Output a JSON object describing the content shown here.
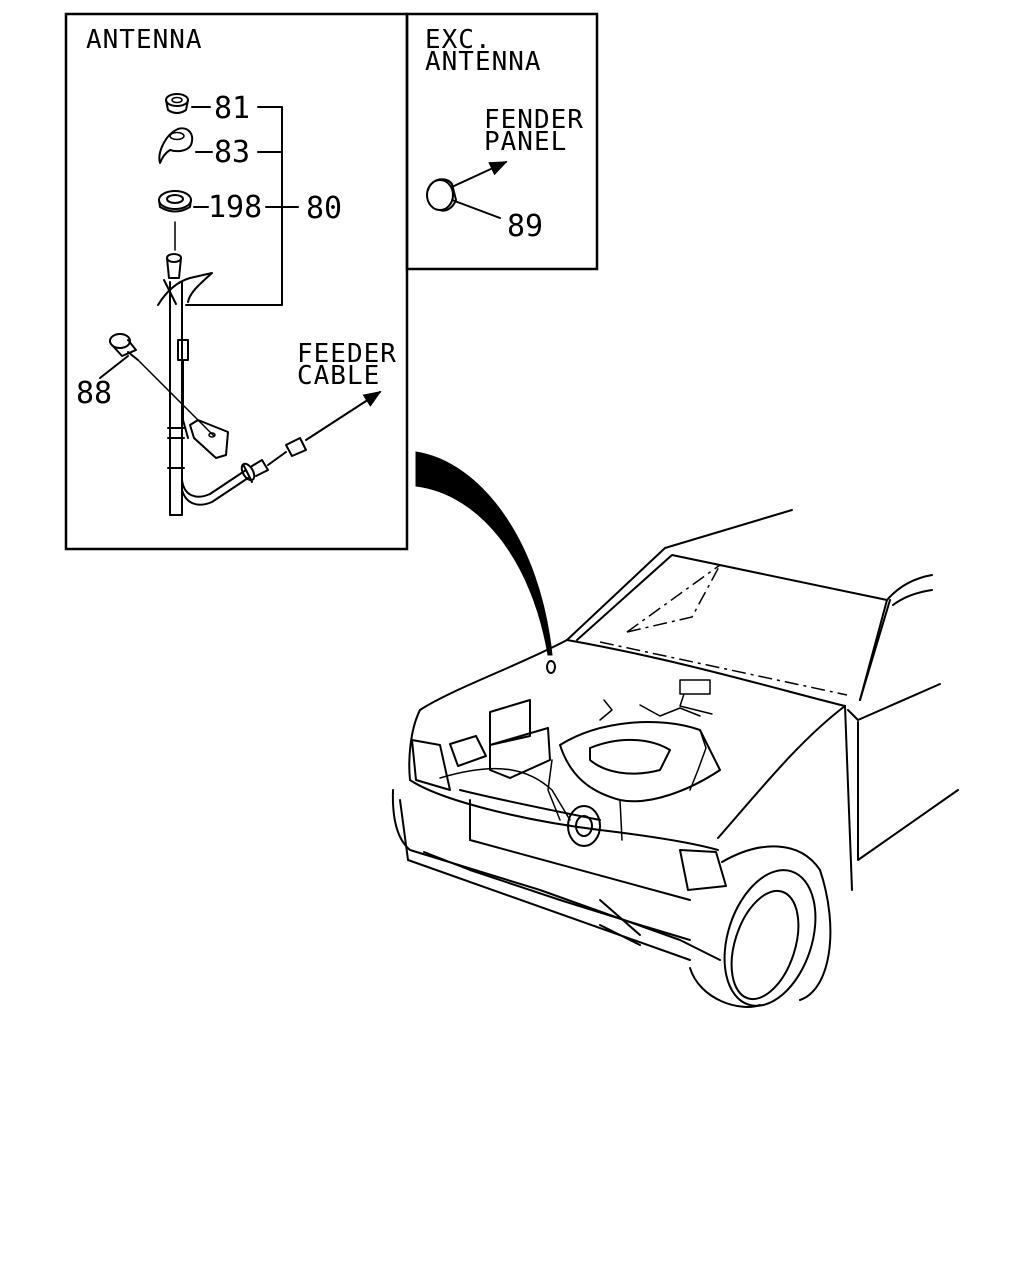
{
  "panels": {
    "antenna": {
      "title": "ANTENNA"
    },
    "exc_antenna": {
      "title_line1": "EXC.",
      "title_line2": "ANTENNA"
    }
  },
  "annotations": {
    "feeder_cable_line1": "FEEDER",
    "feeder_cable_line2": "CABLE",
    "fender_panel_line1": "FENDER",
    "fender_panel_line2": "PANEL"
  },
  "callouts": {
    "p81": "81",
    "p83": "83",
    "p198": "198",
    "p80": "80",
    "p88": "88",
    "p89": "89"
  },
  "colors": {
    "ink": "#000000",
    "paper": "#ffffff"
  }
}
